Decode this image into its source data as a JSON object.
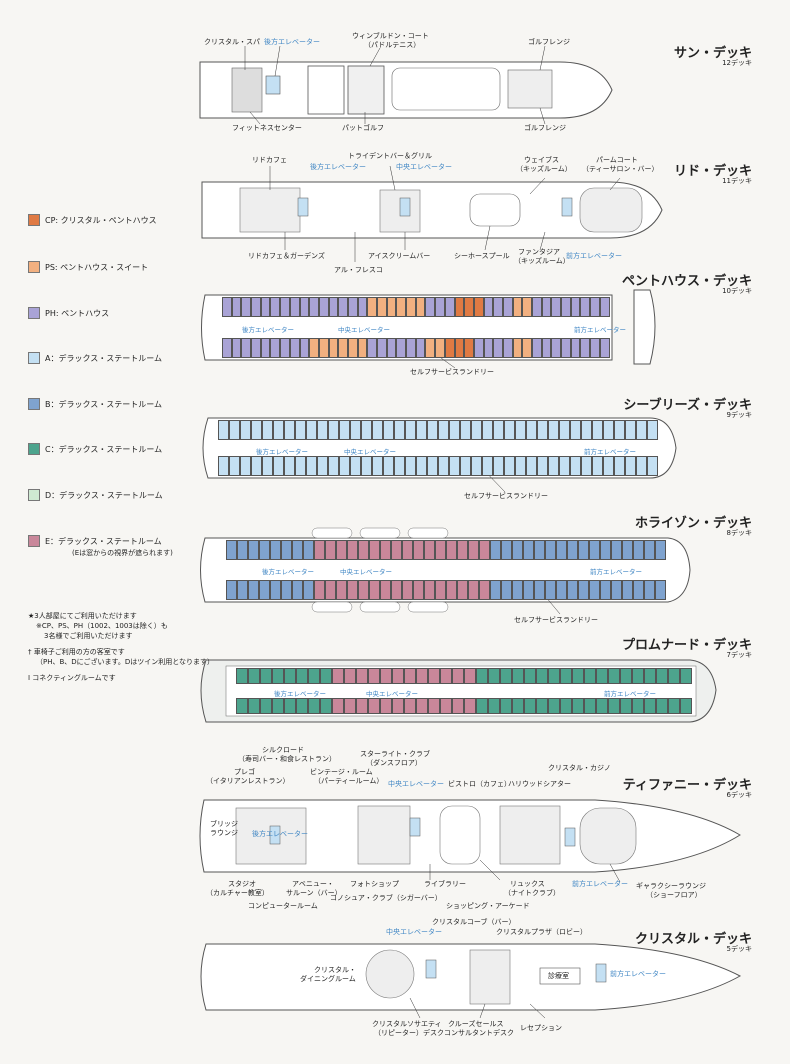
{
  "colors": {
    "CP": "#e07a43",
    "PS": "#f2b080",
    "PH": "#a9a3d6",
    "A": "#c4e0f3",
    "B": "#7fa3cf",
    "C": "#4da48d",
    "D": "#cfe9d2",
    "E": "#c9879a",
    "blue_text": "#3f86c4"
  },
  "legend": [
    {
      "code": "CP",
      "text": "CP: クリスタル・ペントハウス"
    },
    {
      "code": "PS",
      "text": "PS: ペントハウス・スイート"
    },
    {
      "code": "PH",
      "text": "PH: ペントハウス"
    },
    {
      "code": "A",
      "text": "A：デラックス・ステートルーム"
    },
    {
      "code": "B",
      "text": "B：デラックス・ステートルーム"
    },
    {
      "code": "C",
      "text": "C：デラックス・ステートルーム"
    },
    {
      "code": "D",
      "text": "D：デラックス・ステートルーム"
    },
    {
      "code": "E",
      "text": "E：デラックス・ステートルーム"
    }
  ],
  "legend_e_note": "(Eは窓からの視界が遮られます)",
  "notes": {
    "star": "★3人部屋にてご利用いただけます",
    "star_sub1": "※CP、PS、PH（1002、1003は除く）も",
    "star_sub2": "3名様でご利用いただけます",
    "dagger": "† 車椅子ご利用の方の客室です",
    "dagger_sub": "（PH、B、Dにございます。Dはツイン利用となります）",
    "connect": "I コネクティングルームです"
  },
  "decks": {
    "sun": {
      "title": "サン・デッキ",
      "num": "12デッキ",
      "labels": {
        "spa": "クリスタル・スパ",
        "aft_elev": "後方エレベーター",
        "wimbledon1": "ウィンブルドン・コート",
        "wimbledon2": "（パドルテニス）",
        "golf_top": "ゴルフレンジ",
        "fitness": "フィットネスセンター",
        "putt": "パットゴルフ",
        "golf_bottom": "ゴルフレンジ"
      }
    },
    "lido": {
      "title": "リド・デッキ",
      "num": "11デッキ",
      "labels": {
        "lido_cafe": "リドカフェ",
        "trident": "トライデントバー＆グリル",
        "aft_elev": "後方エレベーター",
        "mid_elev": "中央エレベーター",
        "waves1": "ウェイブス",
        "waves2": "（キッズルーム）",
        "palm1": "パームコート",
        "palm2": "（ティーサロン・バー）",
        "lido_garden": "リドカフェ＆ガーデンズ",
        "icecream": "アイスクリームバー",
        "seahorse": "シーホースプール",
        "fantasia1": "ファンタジア",
        "fantasia2": "（キッズルーム）",
        "fwd_elev": "前方エレベーター",
        "fresco": "アル・フレスコ"
      }
    },
    "penthouse": {
      "title": "ペントハウス・デッキ",
      "num": "10デッキ",
      "labels": {
        "aft_elev": "後方エレベーター",
        "mid_elev": "中央エレベーター",
        "fwd_elev": "前方エレベーター",
        "laundry": "セルフサービスランドリー"
      }
    },
    "seabreeze": {
      "title": "シーブリーズ・デッキ",
      "num": "9デッキ",
      "labels": {
        "aft_elev": "後方エレベーター",
        "mid_elev": "中央エレベーター",
        "fwd_elev": "前方エレベーター",
        "laundry": "セルフサービスランドリー"
      }
    },
    "horizon": {
      "title": "ホライゾン・デッキ",
      "num": "8デッキ",
      "labels": {
        "aft_elev": "後方エレベーター",
        "mid_elev": "中央エレベーター",
        "fwd_elev": "前方エレベーター",
        "laundry": "セルフサービスランドリー"
      }
    },
    "promenade": {
      "title": "プロムナード・デッキ",
      "num": "7デッキ",
      "labels": {
        "aft_elev": "後方エレベーター",
        "mid_elev": "中央エレベーター",
        "fwd_elev": "前方エレベーター"
      }
    },
    "tiffany": {
      "title": "ティファニー・デッキ",
      "num": "6デッキ",
      "labels": {
        "silk1": "シルクロード",
        "silk2": "（寿司バー・和食レストラン）",
        "prego1": "プレゴ",
        "prego2": "（イタリアンレストラン）",
        "vintage1": "ビンテージ・ルーム",
        "vintage2": "（パーティールーム）",
        "starlite1": "スターライト・クラブ",
        "starlite2": "（ダンスフロア）",
        "mid_elev": "中央エレベーター",
        "bistro": "ビストロ（カフェ）",
        "hollywood": "ハリウッドシアター",
        "casino": "クリスタル・カジノ",
        "bridge1": "ブリッジ",
        "bridge2": "ラウンジ",
        "aft_elev": "後方エレベーター",
        "studio1": "スタジオ",
        "studio2": "（カルチャー教室）",
        "avenue1": "アベニュー・",
        "avenue2": "サルーン（バー）",
        "photo": "フォトショップ",
        "library": "ライブラリー",
        "luxe1": "リュックス",
        "luxe2": "（ナイトクラブ）",
        "fwd_elev": "前方エレベーター",
        "galaxy1": "ギャラクシーラウンジ",
        "galaxy2": "（ショーフロア）",
        "computer": "コンピュータールーム",
        "connoisseur": "コノシュア・クラブ（シガーバー）",
        "shopping": "ショッピング・アーケード"
      }
    },
    "crystal": {
      "title": "クリスタル・デッキ",
      "num": "5デッキ",
      "labels": {
        "cove": "クリスタルコーブ（バー）",
        "mid_elev": "中央エレベーター",
        "plaza": "クリスタルプラザ（ロビー）",
        "dining1": "クリスタル・",
        "dining2": "ダイニングルーム",
        "clinic": "診療室",
        "fwd_elev": "前方エレベーター",
        "society1": "クリスタルソサエティ",
        "society2": "（リピーター）デスク",
        "cruise1": "クルーズセールス",
        "cruise2": "コンサルタントデスク",
        "reception": "レセプション"
      }
    }
  }
}
